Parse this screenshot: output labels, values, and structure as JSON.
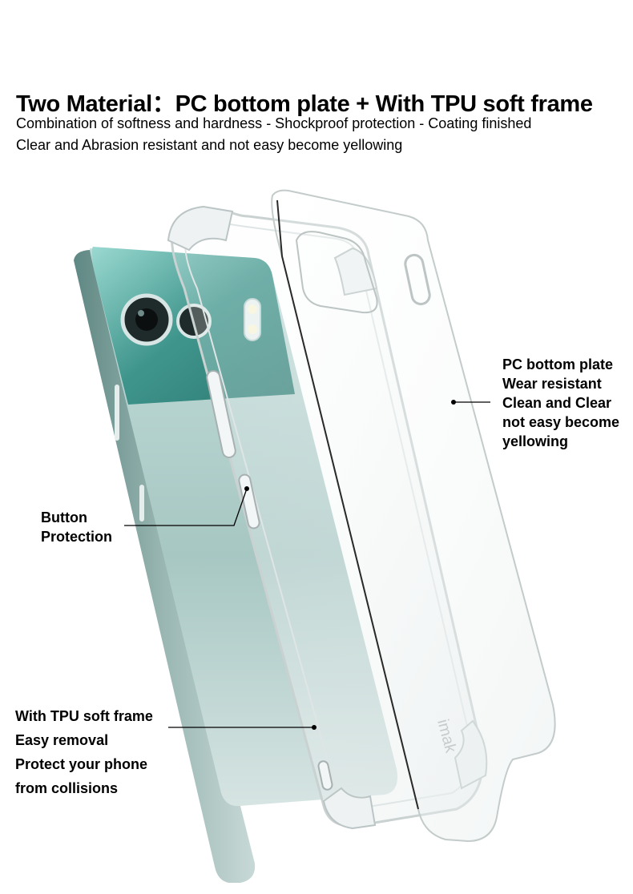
{
  "header": {
    "title": "Two Material：PC bottom plate + With TPU soft frame",
    "subtitle_lines": [
      "Combination of softness and hardness - Shockproof protection - Coating finished",
      "Clear and Abrasion resistant and not easy become yellowing"
    ]
  },
  "callouts": {
    "pc_plate": {
      "lines": [
        "PC bottom plate",
        "Wear resistant",
        "Clean and Clear",
        "not easy become",
        "yellowing"
      ]
    },
    "button": {
      "lines": [
        "Button",
        "Protection"
      ]
    },
    "tpu_frame": {
      "lines": [
        "With TPU soft frame",
        "Easy removal",
        "Protect your phone",
        "from collisions"
      ]
    }
  },
  "product": {
    "brand_mark": "imak",
    "phone_color": "#a9c9c6",
    "camera_band_color": "#3f958c"
  }
}
